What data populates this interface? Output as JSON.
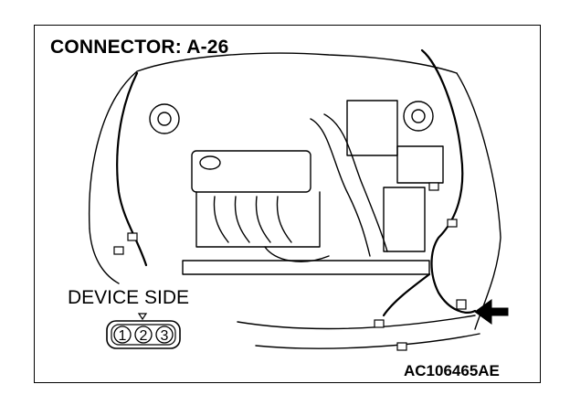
{
  "title": "CONNECTOR: A-26",
  "device_side_label": "DEVICE SIDE",
  "connector_pins": [
    "1",
    "2",
    "3"
  ],
  "reference_code": "AC106465AE",
  "icons": [
    "engine-bay-drawing",
    "connector-location-arrow",
    "connector-face-icon"
  ]
}
